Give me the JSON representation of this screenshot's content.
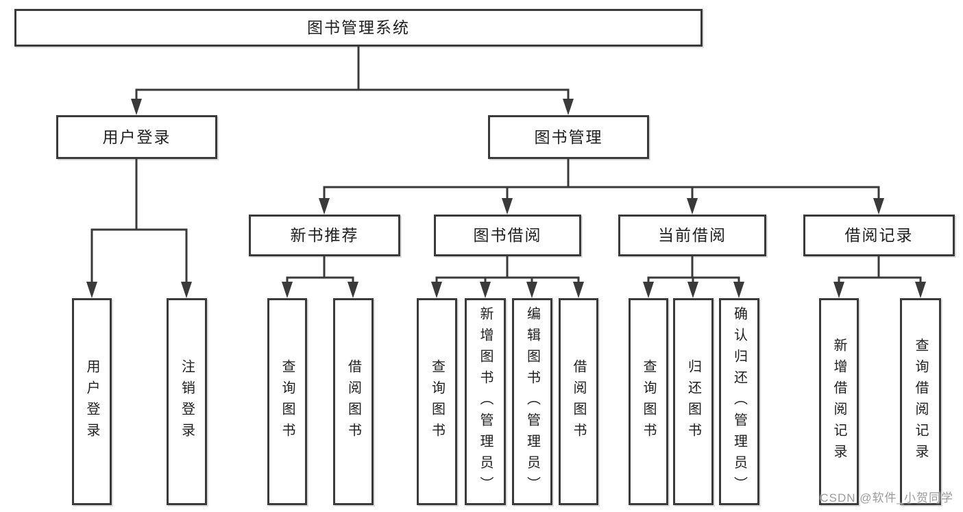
{
  "diagram_title": "图书管理系统",
  "nodes": {
    "root": "图书管理系统",
    "user_login": "用户登录",
    "book_mgmt": "图书管理",
    "new_book_rec": "新书推荐",
    "book_borrow": "图书借阅",
    "current_borrow": "当前借阅",
    "borrow_records": "借阅记录",
    "leaf_user_login": "用户登录",
    "leaf_logout": "注销登录",
    "leaf_nbr_query": "查询图书",
    "leaf_nbr_borrow": "借阅图书",
    "leaf_bb_query": "查询图书",
    "leaf_bb_add": "新增图书（管理员）",
    "leaf_bb_edit": "编辑图书（管理员）",
    "leaf_bb_borrow": "借阅图书",
    "leaf_cb_query": "查询图书",
    "leaf_cb_return": "归还图书",
    "leaf_cb_confirm": "确认归还（管理员）",
    "leaf_br_add": "新增借阅记录",
    "leaf_br_query": "查询借阅记录"
  },
  "hierarchy": {
    "图书管理系统": {
      "用户登录": [
        "用户登录",
        "注销登录"
      ],
      "图书管理": {
        "新书推荐": [
          "查询图书",
          "借阅图书"
        ],
        "图书借阅": [
          "查询图书",
          "新增图书（管理员）",
          "编辑图书（管理员）",
          "借阅图书"
        ],
        "当前借阅": [
          "查询图书",
          "归还图书",
          "确认归还（管理员）"
        ],
        "借阅记录": [
          "新增借阅记录",
          "查询借阅记录"
        ]
      }
    }
  },
  "watermark": "CSDN @软件_小贺同学",
  "colors": {
    "line": "#3a3a3a",
    "box_border": "#3a3a3a",
    "text": "#1f1f1f",
    "watermark": "#9b9b9b",
    "background": "#ffffff"
  }
}
